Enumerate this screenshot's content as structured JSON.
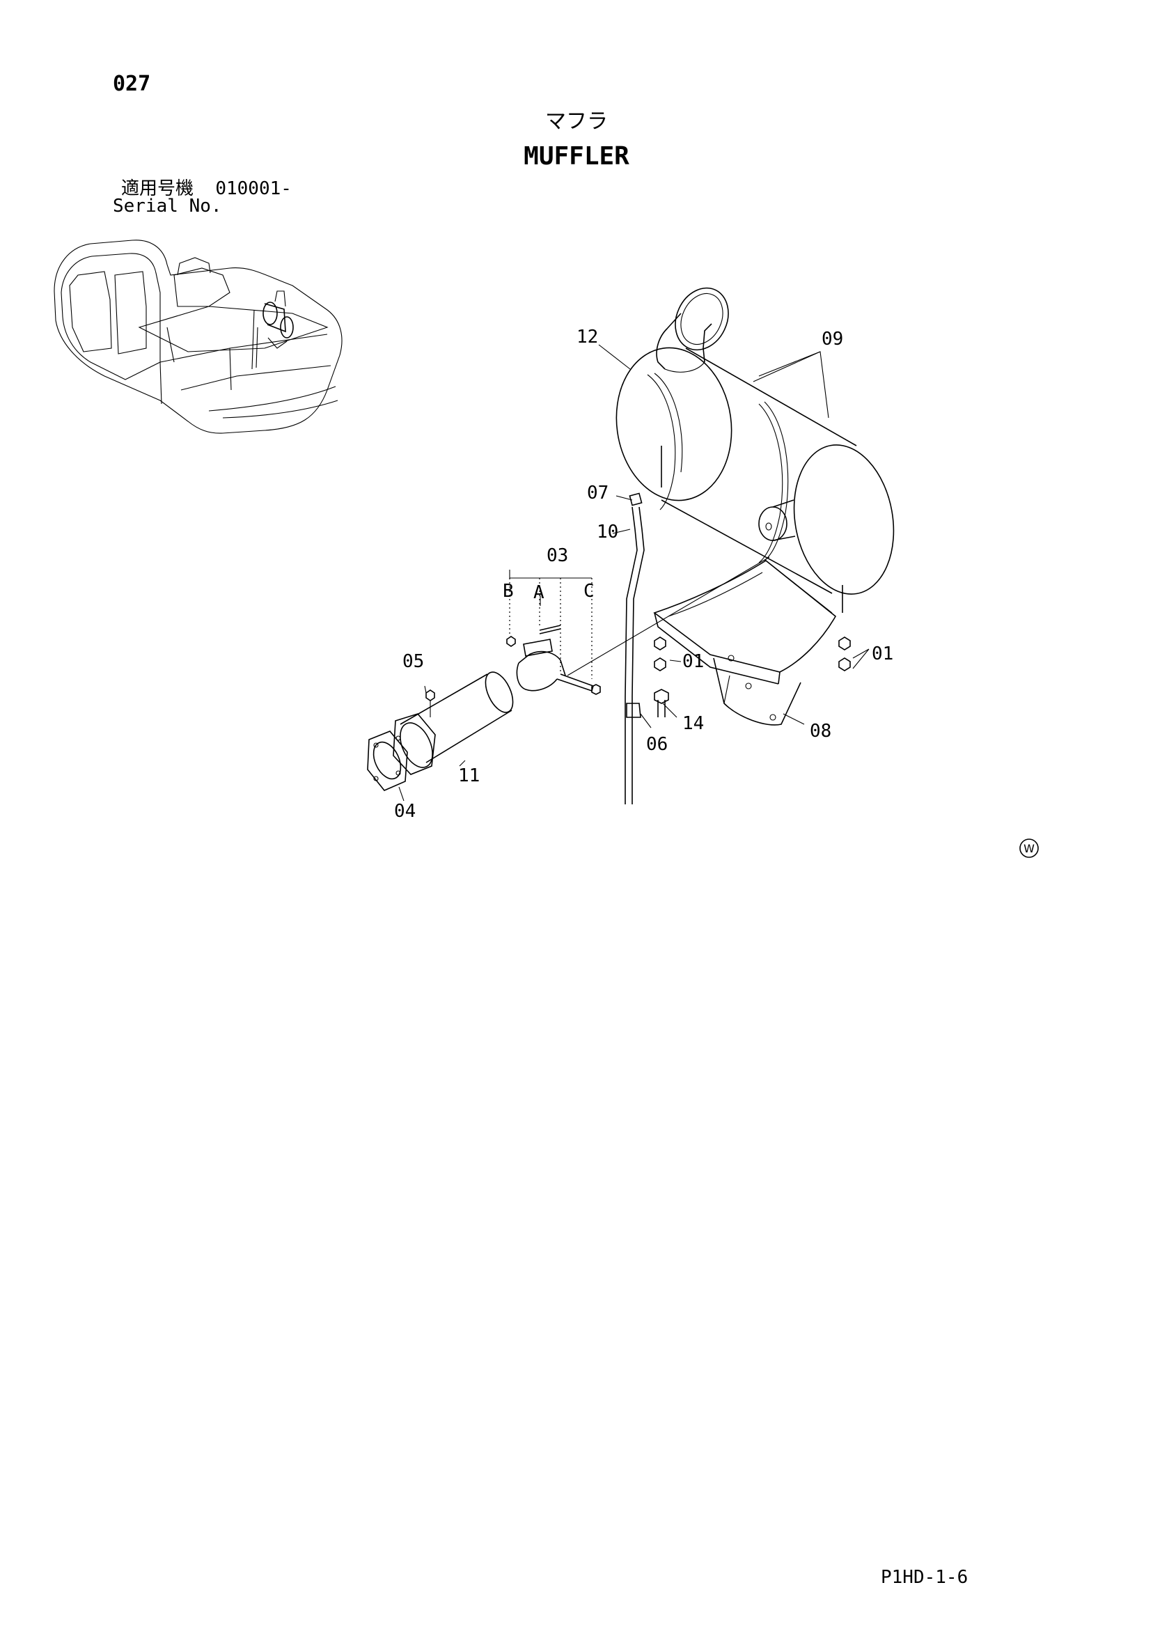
{
  "header": {
    "page_number": "027",
    "title_jp": "マフラ",
    "title_en": "MUFFLER",
    "serial_label_jp": "適用号機",
    "serial_range": "010001-",
    "serial_label_en": "Serial No."
  },
  "callouts": {
    "muffler": "12",
    "muffler_band": "09",
    "cap": "07",
    "rod": "10",
    "clamp": "03",
    "clamp_b": "B",
    "clamp_a": "A",
    "clamp_c": "C",
    "nut_05": "05",
    "nut_01_left": "01",
    "nut_01_right": "01",
    "clip": "06",
    "bolt": "14",
    "bracket": "08",
    "tube": "11",
    "gasket": "04"
  },
  "watermark": "W",
  "footer": {
    "code": "P1HD-1-6"
  }
}
